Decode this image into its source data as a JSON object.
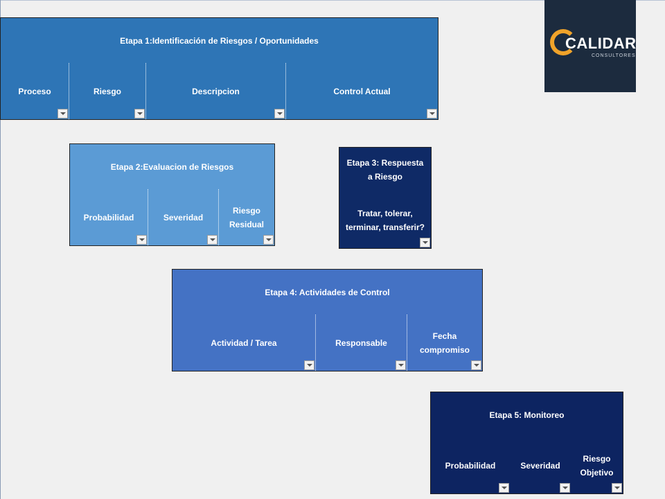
{
  "logo": {
    "name": "CALIDAR",
    "sub": "CONSULTORES",
    "colors": {
      "bg": "#1c2b3e",
      "ring": "#f0a32a"
    }
  },
  "stage1": {
    "title": "Etapa 1:Identificación  de Riesgos / Oportunidades",
    "columns": [
      "Proceso",
      "Riesgo",
      "Descripcion",
      "Control Actual"
    ],
    "color": "#2e75b6"
  },
  "stage2": {
    "title": "Etapa 2:Evaluacion  de Riesgos",
    "columns": [
      "Probabilidad",
      "Severidad",
      "Riesgo Residual"
    ],
    "color": "#5b9bd5"
  },
  "stage3": {
    "title": "Etapa 3: Respuesta  a Riesgo",
    "columns": [
      "Tratar, tolerar, terminar, transferir?"
    ],
    "color": "#0f2a66"
  },
  "stage4": {
    "title": "Etapa 4: Actividades  de Control",
    "columns": [
      "Actividad / Tarea",
      "Responsable",
      "Fecha compromiso"
    ],
    "color": "#4472c4"
  },
  "stage5": {
    "title": "Etapa 5: Monitoreo",
    "columns": [
      "Probabilidad",
      "Severidad",
      "Riesgo Objetivo"
    ],
    "color": "#0d2461"
  }
}
